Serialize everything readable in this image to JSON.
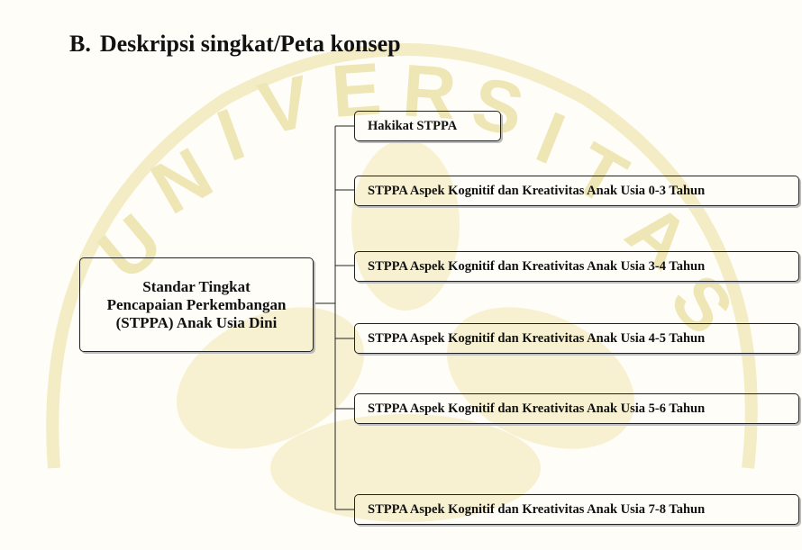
{
  "heading": {
    "marker": "B.",
    "text": "Deskripsi singkat/Peta konsep"
  },
  "diagram": {
    "root": {
      "line1": "Standar Tingkat",
      "line2": "Pencapaian Perkembangan",
      "line3": "(STPPA) Anak Usia Dini"
    },
    "children": [
      "Hakikat STPPA",
      "STPPA Aspek Kognitif dan Kreativitas Anak Usia 0-3 Tahun",
      "STPPA Aspek Kognitif dan Kreativitas Anak Usia 3-4 Tahun",
      "STPPA Aspek Kognitif dan Kreativitas Anak Usia 4-5 Tahun",
      "STPPA Aspek Kognitif dan Kreativitas Anak Usia 5-6 Tahun",
      "STPPA Aspek Kognitif dan Kreativitas Anak Usia 7-8 Tahun"
    ]
  },
  "watermark": {
    "letters": "UNIVERSITAS",
    "color": "#f1e8b0"
  }
}
